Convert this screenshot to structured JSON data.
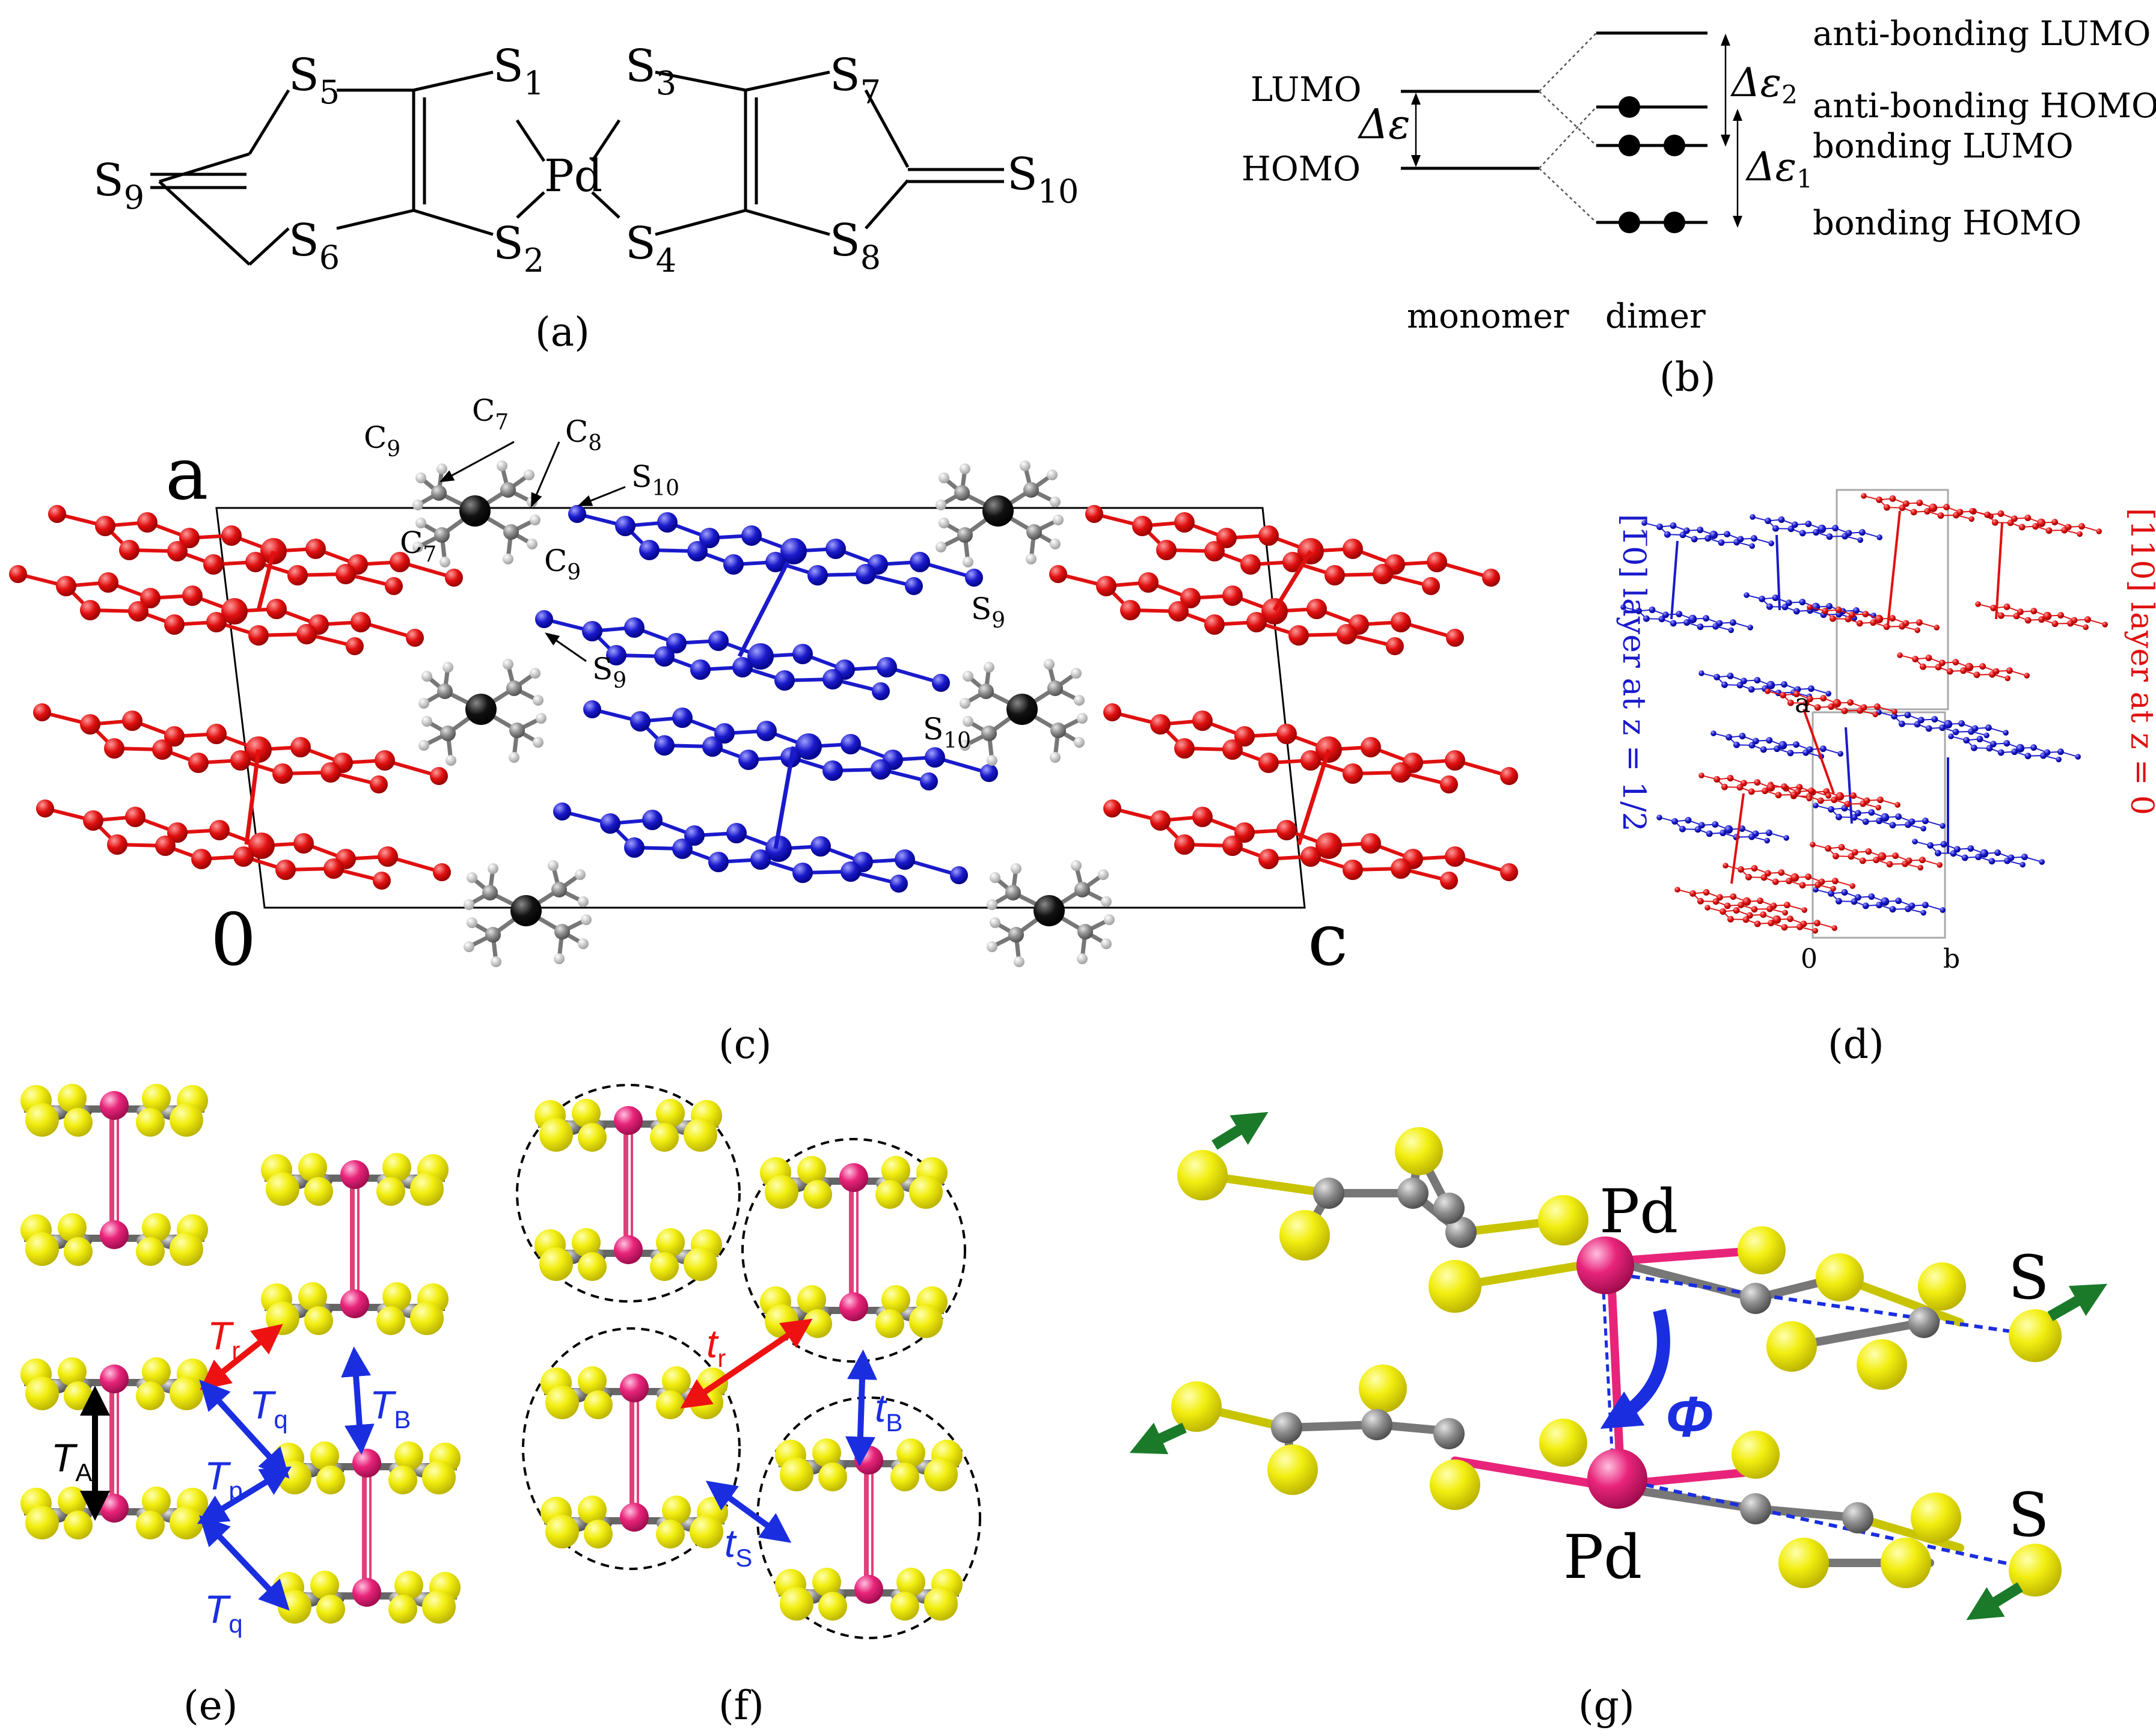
{
  "panels": {
    "a": {
      "caption": "(a)",
      "atoms": {
        "S1": {
          "sym": "S",
          "sub": "1"
        },
        "S2": {
          "sym": "S",
          "sub": "2"
        },
        "S3": {
          "sym": "S",
          "sub": "3"
        },
        "S4": {
          "sym": "S",
          "sub": "4"
        },
        "S5": {
          "sym": "S",
          "sub": "5"
        },
        "S6": {
          "sym": "S",
          "sub": "6"
        },
        "S7": {
          "sym": "S",
          "sub": "7"
        },
        "S8": {
          "sym": "S",
          "sub": "8"
        },
        "S9": {
          "sym": "S",
          "sub": "9"
        },
        "S10": {
          "sym": "S",
          "sub": "10"
        },
        "Pd": {
          "sym": "Pd",
          "sub": ""
        }
      }
    },
    "b": {
      "caption": "(b)",
      "monomer_label": "monomer",
      "dimer_label": "dimer",
      "lumo": "LUMO",
      "homo": "HOMO",
      "delta_e": {
        "sym": "Δε",
        "sub": ""
      },
      "delta_e1": {
        "sym": "Δε",
        "sub": "1"
      },
      "delta_e2": {
        "sym": "Δε",
        "sub": "2"
      },
      "levels": {
        "ab_lumo": "anti-bonding LUMO",
        "ab_homo": "anti-bonding HOMO",
        "b_lumo": "bonding LUMO",
        "b_homo": "bonding HOMO"
      }
    },
    "c": {
      "caption": "(c)",
      "axis_a": "a",
      "axis_c": "c",
      "origin": "0",
      "labels": {
        "C9_top": {
          "sym": "C",
          "sub": "9"
        },
        "C7_top": {
          "sym": "C",
          "sub": "7"
        },
        "C8": {
          "sym": "C",
          "sub": "8"
        },
        "C7_bot": {
          "sym": "C",
          "sub": "7"
        },
        "C9_bot": {
          "sym": "C",
          "sub": "9"
        },
        "S10_top": {
          "sym": "S",
          "sub": "10"
        },
        "S9_right": {
          "sym": "S",
          "sub": "9"
        },
        "S9_left": {
          "sym": "S",
          "sub": "9"
        },
        "S10_mid": {
          "sym": "S",
          "sub": "10"
        }
      },
      "colors": {
        "layer_red": "#e01010",
        "layer_blue": "#1a1acc",
        "cation": "#111111"
      }
    },
    "d": {
      "caption": "(d)",
      "blue_layer": "[1̅0] layer at z = 1/2",
      "red_layer": "[110] layer at z = 0",
      "axis_a": "a",
      "axis_b": "b",
      "origin": "0"
    },
    "e": {
      "caption": "(e)",
      "transfers": {
        "Tr": {
          "sym": "T",
          "sub": "r"
        },
        "Tq_top": {
          "sym": "T",
          "sub": "q"
        },
        "TB": {
          "sym": "T",
          "sub": "B"
        },
        "TA": {
          "sym": "T",
          "sub": "A"
        },
        "Tp": {
          "sym": "T",
          "sub": "p"
        },
        "Tq_bot": {
          "sym": "T",
          "sub": "q"
        }
      }
    },
    "f": {
      "caption": "(f)",
      "transfers": {
        "tr": {
          "sym": "t",
          "sub": "r"
        },
        "tB": {
          "sym": "t",
          "sub": "B"
        },
        "tS": {
          "sym": "t",
          "sub": "S"
        }
      }
    },
    "g": {
      "caption": "(g)",
      "pd_top": "Pd",
      "pd_bot": "Pd",
      "s_top": "S",
      "s_bot": "S",
      "phi": "Φ"
    }
  },
  "colors": {
    "sulfur": "#f2ee10",
    "carbon": "#8c8c8c",
    "palladium": "#e8247a",
    "arrow_red": "#ee1111",
    "arrow_blue": "#1a2ee0",
    "arrow_green": "#1a7a2a"
  }
}
